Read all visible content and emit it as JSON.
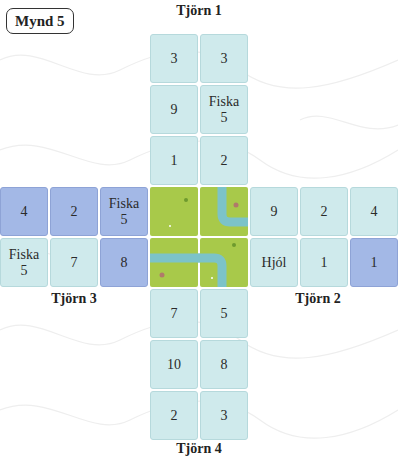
{
  "diagram": {
    "title": "Mynd 5",
    "nodes": [
      {
        "text": [
          "3"
        ]
      },
      {
        "text": [
          "3"
        ]
      },
      {
        "text": [
          "9"
        ]
      },
      {
        "text": [
          "Fiska 5"
        ]
      },
      {
        "text": [
          "1"
        ]
      },
      {
        "text": [
          "2"
        ]
      },
      {
        "text": [
          "4"
        ]
      },
      {
        "text": [
          "2"
        ]
      },
      {
        "text": [
          "Fiska 5"
        ]
      },
      {
        "text": [
          "9"
        ]
      },
      {
        "text": [
          "2"
        ]
      },
      {
        "text": [
          "4"
        ]
      },
      {
        "text": [
          "Fiska 5"
        ]
      },
      {
        "text": [
          "7"
        ]
      },
      {
        "text": [
          "8"
        ]
      },
      {
        "text": [
          "Hjól"
        ]
      },
      {
        "text": [
          "1"
        ]
      },
      {
        "text": [
          "1"
        ]
      },
      {
        "text": [
          "7"
        ]
      },
      {
        "text": [
          "5"
        ]
      },
      {
        "text": [
          "10"
        ]
      },
      {
        "text": [
          "8"
        ]
      },
      {
        "text": [
          "2"
        ]
      },
      {
        "text": [
          "3"
        ]
      }
    ],
    "labels": [
      "Tjörn 1",
      "Tjörn 3",
      "Tjörn 2",
      "Tjörn 4"
    ]
  }
}
